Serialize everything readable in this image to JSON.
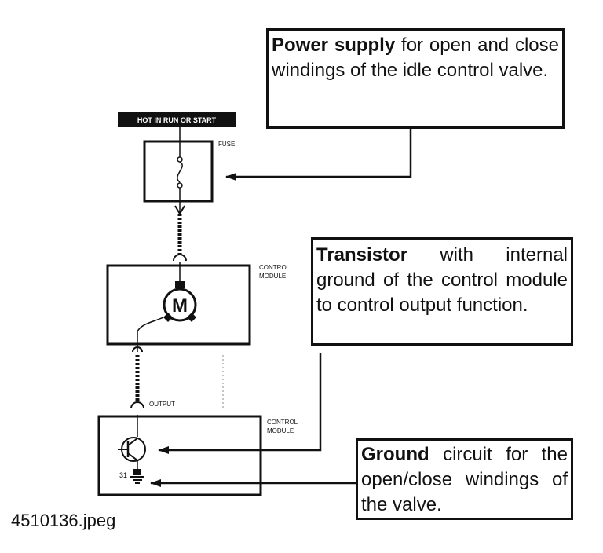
{
  "callouts": {
    "power": {
      "bold": "Power supply",
      "rest": " for open and close windings of the idle control valve."
    },
    "transistor": {
      "bold": "Transistor",
      "rest": " with internal ground of the control module to control output function."
    },
    "ground": {
      "bold": "Ground",
      "rest": " circuit for the open/close windings of the valve."
    }
  },
  "labels": {
    "hot_in_run": "HOT IN RUN OR START",
    "fuse": "FUSE",
    "control_module_1_line1": "CONTROL",
    "control_module_1_line2": "MODULE",
    "motor_letter": "M",
    "output": "OUTPUT",
    "control_module_2_line1": "CONTROL",
    "control_module_2_line2": "MODULE",
    "pin_31": "31"
  },
  "caption": "4510136.jpeg"
}
